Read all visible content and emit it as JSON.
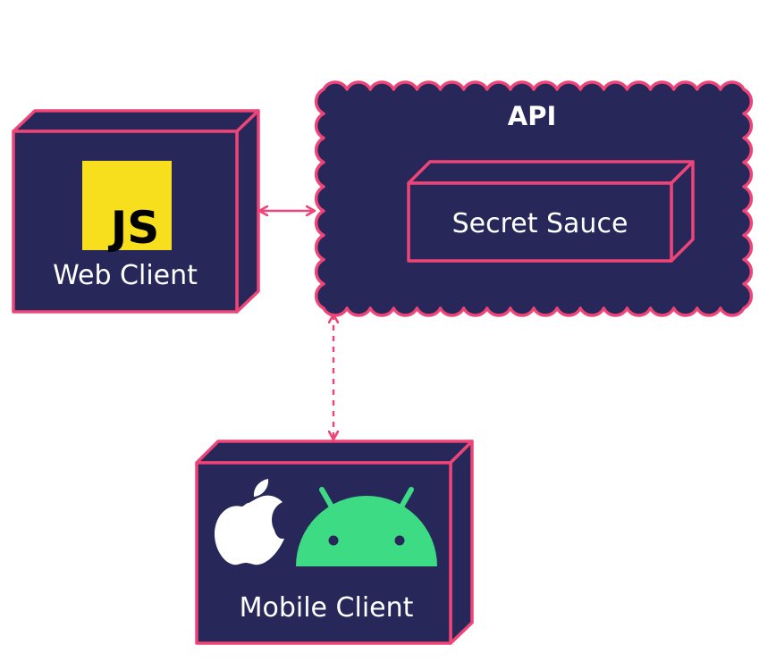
{
  "nodes": {
    "web_client": {
      "label": "Web Client",
      "logo_text": "JS",
      "logo_name": "javascript-logo"
    },
    "api": {
      "label": "API",
      "inner": {
        "label": "Secret Sauce"
      }
    },
    "mobile_client": {
      "label": "Mobile Client",
      "logos": [
        "apple-icon",
        "android-icon"
      ]
    }
  },
  "edges": [
    {
      "from": "web_client",
      "to": "api",
      "style": "solid",
      "arrows": "both"
    },
    {
      "from": "api",
      "to": "mobile_client",
      "style": "dashed",
      "arrows": "both"
    }
  ],
  "colors": {
    "node_fill": "#272859",
    "node_stroke": "#ee4477",
    "arrow": "#ee4477",
    "js_yellow": "#f7df1e",
    "android_green": "#3ddc84",
    "label": "#ffffff"
  }
}
